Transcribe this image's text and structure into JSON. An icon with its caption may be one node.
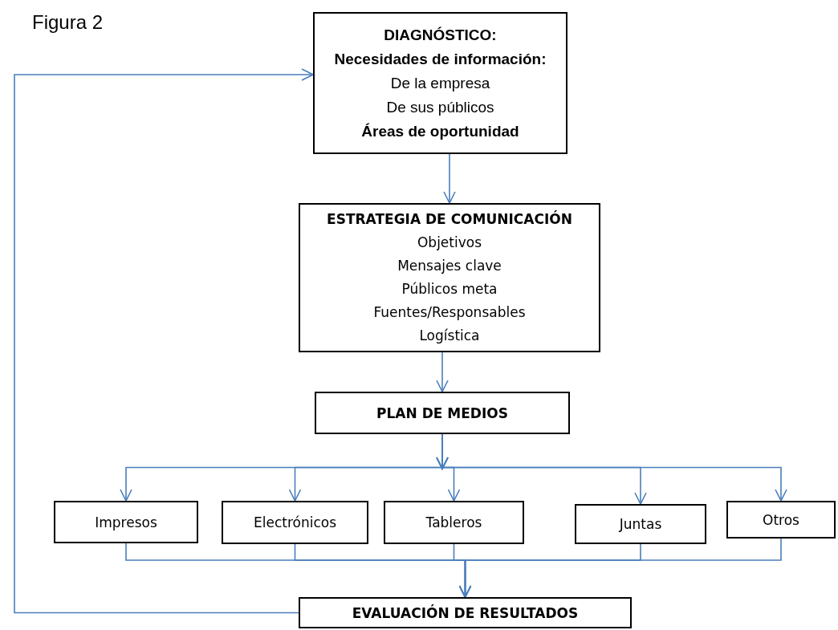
{
  "diagram": {
    "nodes": [
      {
        "text": [
          "DIAGNÓSTICO:",
          "Necesidades de información:",
          "De la empresa",
          "De sus públicos",
          "Áreas de oportunidad"
        ]
      },
      {
        "text": [
          "ESTRATEGIA DE COMUNICACIÓN",
          "Objetivos",
          "Mensajes clave",
          "Públicos meta",
          "Fuentes/Responsables",
          "Logística"
        ]
      },
      {
        "text": [
          "PLAN DE MEDIOS"
        ]
      },
      {
        "text": [
          "Impresos"
        ]
      },
      {
        "text": [
          "Electrónicos"
        ]
      },
      {
        "text": [
          "Tableros"
        ]
      },
      {
        "text": [
          "Juntas"
        ]
      },
      {
        "text": [
          "Otros"
        ]
      },
      {
        "text": [
          "EVALUACIÓN DE RESULTADOS"
        ]
      }
    ],
    "edges": [
      {
        "from": 0,
        "to": 1,
        "arrow": "to"
      },
      {
        "from": 1,
        "to": 2,
        "arrow": "to"
      },
      {
        "from": 2,
        "to": 3,
        "arrow": "to"
      },
      {
        "from": 2,
        "to": 4,
        "arrow": "to"
      },
      {
        "from": 2,
        "to": 5,
        "arrow": "to"
      },
      {
        "from": 2,
        "to": 6,
        "arrow": "to"
      },
      {
        "from": 2,
        "to": 7,
        "arrow": "to"
      },
      {
        "from": 3,
        "to": 8,
        "arrow": "to"
      },
      {
        "from": 4,
        "to": 8,
        "arrow": "to"
      },
      {
        "from": 5,
        "to": 8,
        "arrow": "to"
      },
      {
        "from": 6,
        "to": 8,
        "arrow": "to"
      },
      {
        "from": 7,
        "to": 8,
        "arrow": "to"
      },
      {
        "from": 8,
        "to": 0,
        "arrow": "to"
      }
    ],
    "labels": [
      "Figura 2"
    ]
  }
}
